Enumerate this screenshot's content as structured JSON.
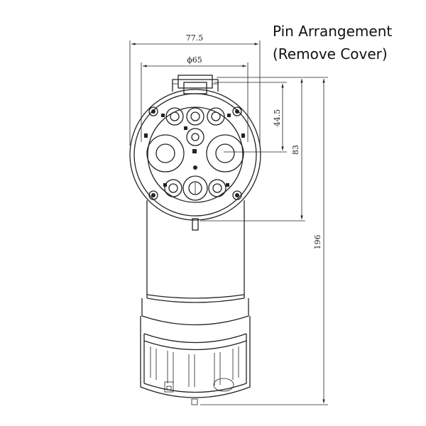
{
  "caption": {
    "line1": "Pin Arrangement",
    "line2": "(Remove Cover)"
  },
  "dimensions": {
    "overall_width": "77.5",
    "face_diameter": "ϕ65",
    "pin_center_height": "44.5",
    "face_height": "83",
    "total_height": "196"
  }
}
